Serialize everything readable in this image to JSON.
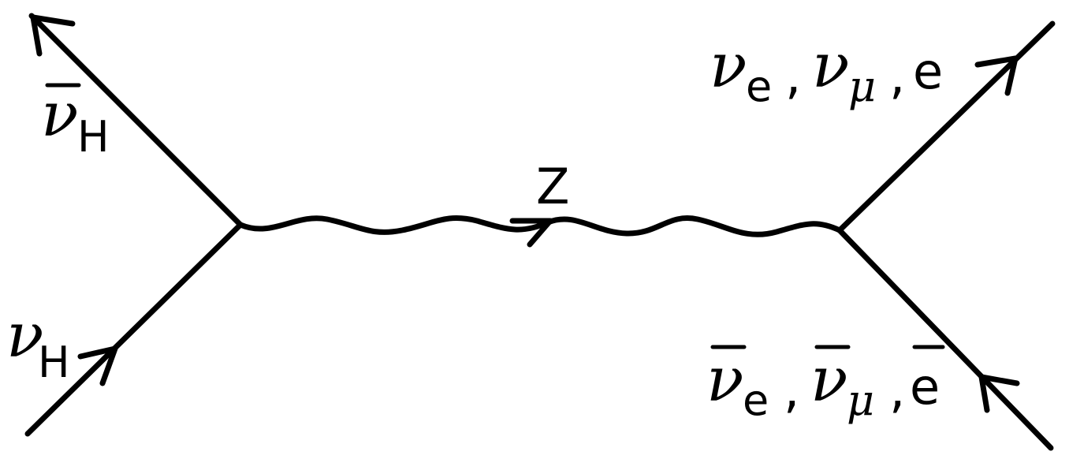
{
  "diagram": {
    "labels": {
      "incoming_antineutrino_symbol": "ν",
      "incoming_antineutrino_sub": "H",
      "incoming_neutrino_symbol": "ν",
      "incoming_neutrino_sub": "H",
      "boson_label": "Z",
      "out_top_nu_e_symbol": "ν",
      "out_top_nu_e_sub": "e",
      "out_top_sep1": ",",
      "out_top_nu_mu_symbol": "ν",
      "out_top_nu_mu_sub": "μ",
      "out_top_sep2": ",",
      "out_top_electron": "e",
      "out_bottom_nu_e_symbol": "ν",
      "out_bottom_nu_e_sub": "e",
      "out_bottom_sep1": ",",
      "out_bottom_nu_mu_symbol": "ν",
      "out_bottom_nu_mu_sub": "μ",
      "out_bottom_sep2": ",",
      "out_bottom_positron": "e"
    },
    "colors": {
      "line": "#000000",
      "background": "#ffffff"
    }
  }
}
